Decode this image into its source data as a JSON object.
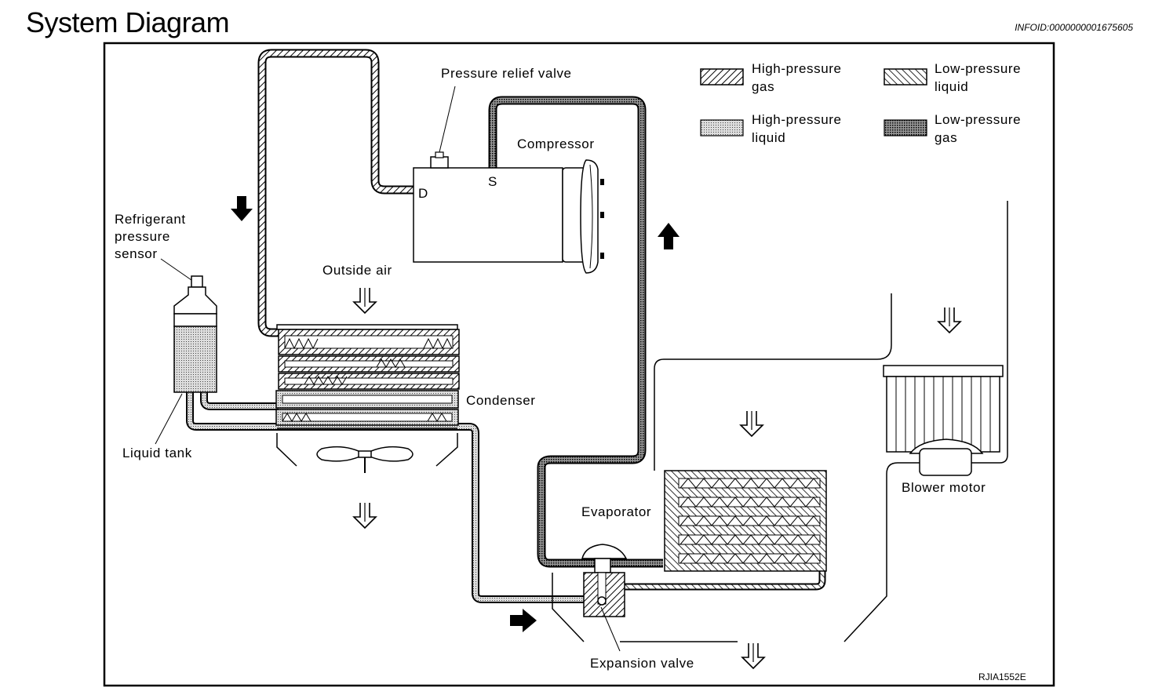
{
  "header": {
    "title": "System Diagram",
    "info_id": "INFOID:0000000001675605"
  },
  "legend": [
    {
      "line1": "High-pressure",
      "line2": "gas",
      "pattern": "hatch-fwd"
    },
    {
      "line1": "Low-pressure",
      "line2": "liquid",
      "pattern": "hatch-back"
    },
    {
      "line1": "High-pressure",
      "line2": "liquid",
      "pattern": "dots-light"
    },
    {
      "line1": "Low-pressure",
      "line2": "gas",
      "pattern": "dots-dark"
    }
  ],
  "labels": {
    "pressure_relief_valve": "Pressure relief valve",
    "compressor": "Compressor",
    "port_discharge": "D",
    "port_suction": "S",
    "sensor_line1": "Refrigerant",
    "sensor_line2": "pressure",
    "sensor_line3": "sensor",
    "outside_air": "Outside air",
    "condenser": "Condenser",
    "liquid_tank": "Liquid tank",
    "evaporator": "Evaporator",
    "expansion_valve": "Expansion valve",
    "blower_motor": "Blower motor",
    "figure_code": "RJIA1552E"
  }
}
